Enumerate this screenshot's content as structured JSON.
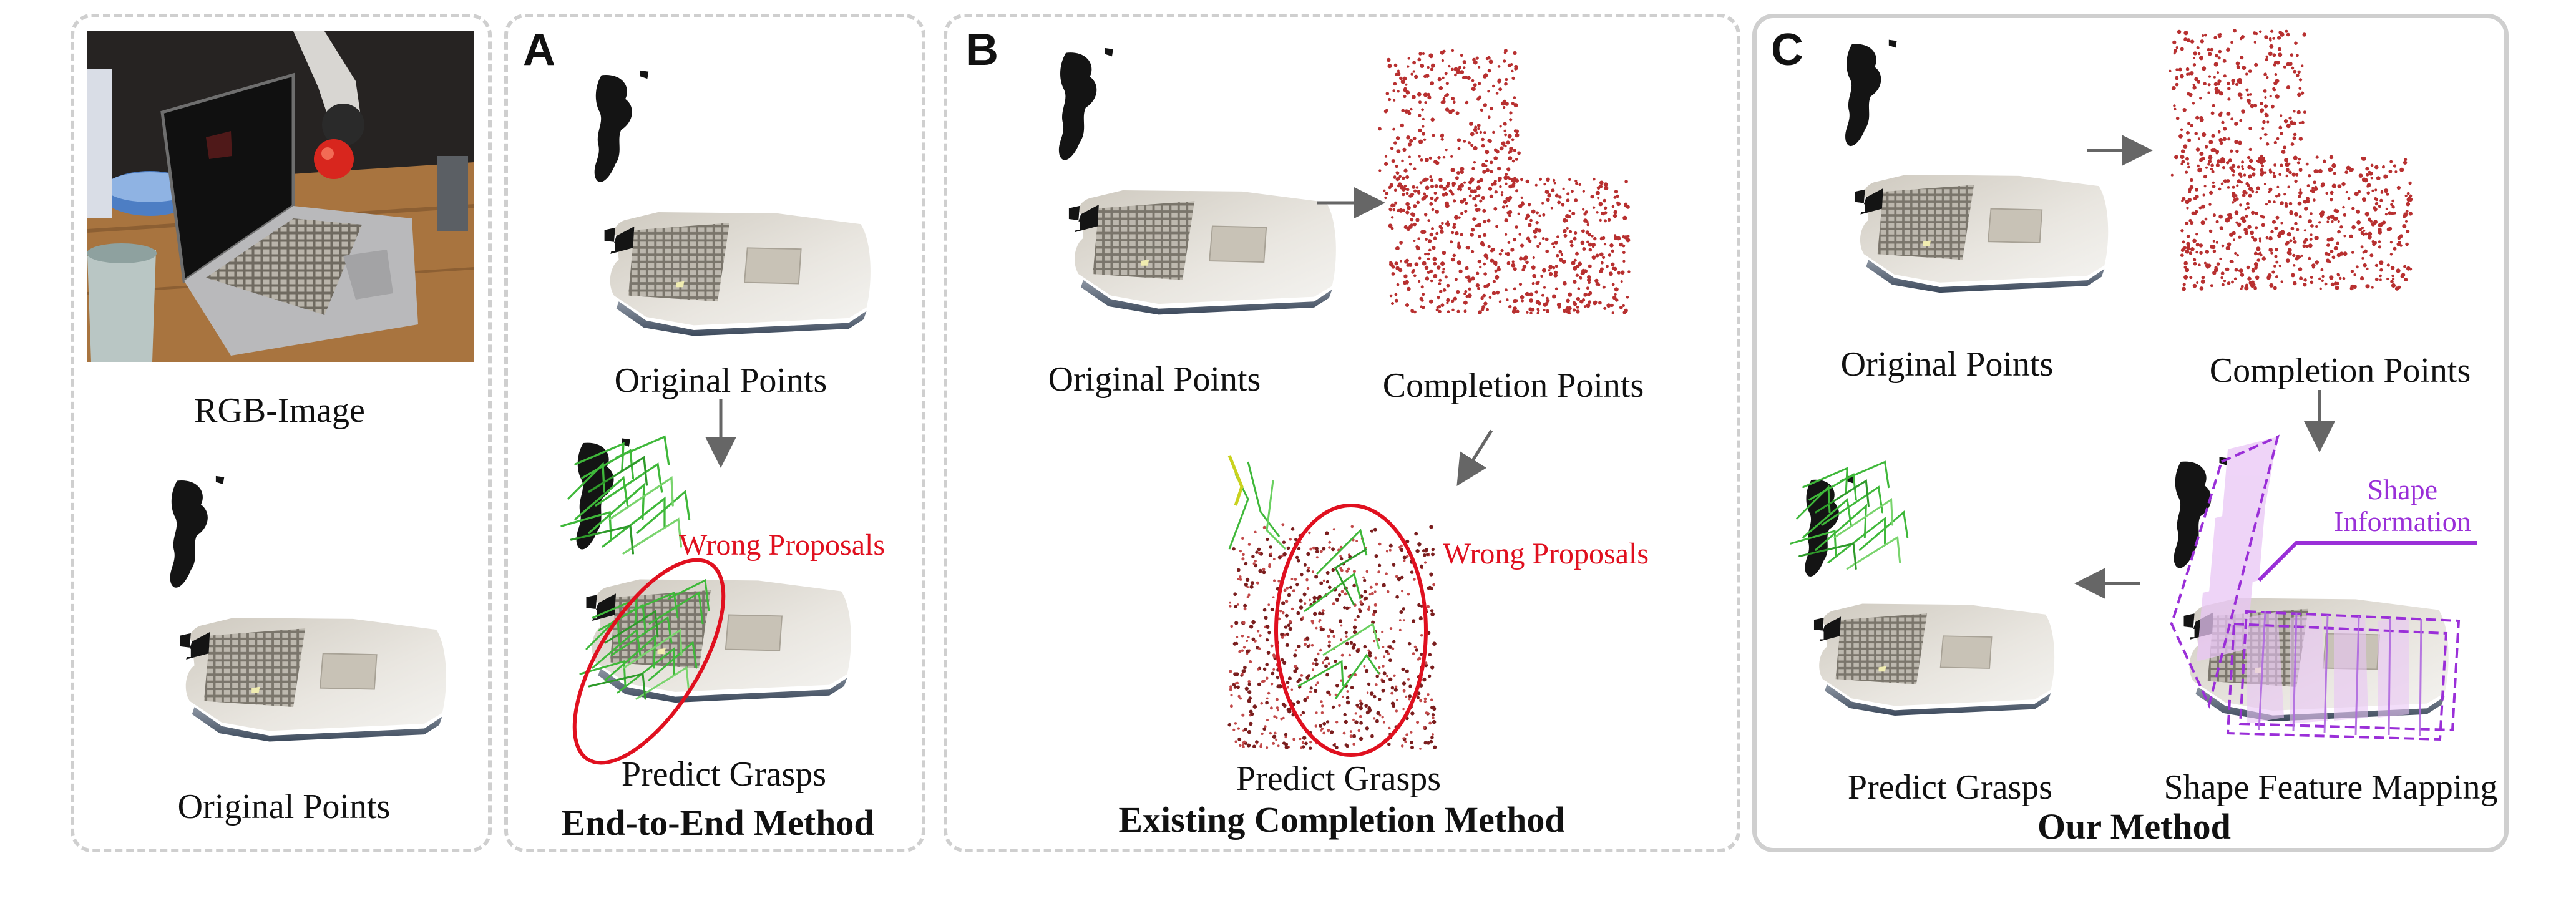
{
  "panels": {
    "input": {
      "rgb_caption": "RGB-Image",
      "points_caption": "Original Points"
    },
    "A": {
      "letter": "A",
      "original_caption": "Original Points",
      "predict_caption": "Predict Grasps",
      "wrong_label": "Wrong Proposals",
      "method_title": "End-to-End Method"
    },
    "B": {
      "letter": "B",
      "original_caption": "Original Points",
      "completion_caption": "Completion Points",
      "predict_caption": "Predict Grasps",
      "wrong_label": "Wrong Proposals",
      "method_title": "Existing Completion Method"
    },
    "C": {
      "letter": "C",
      "original_caption": "Original Points",
      "completion_caption": "Completion Points",
      "predict_caption": "Predict Grasps",
      "shape_label_line1": "Shape",
      "shape_label_line2": "Information",
      "mapping_caption": "Shape Feature Mapping",
      "method_title": "Our Method"
    }
  },
  "colors": {
    "panel_border": "#cfcfcf",
    "wrong_red": "#e0101f",
    "shape_purple": "#9a2fd8",
    "grasp_green": "#3fb83a",
    "completion_point": "#b83030"
  }
}
